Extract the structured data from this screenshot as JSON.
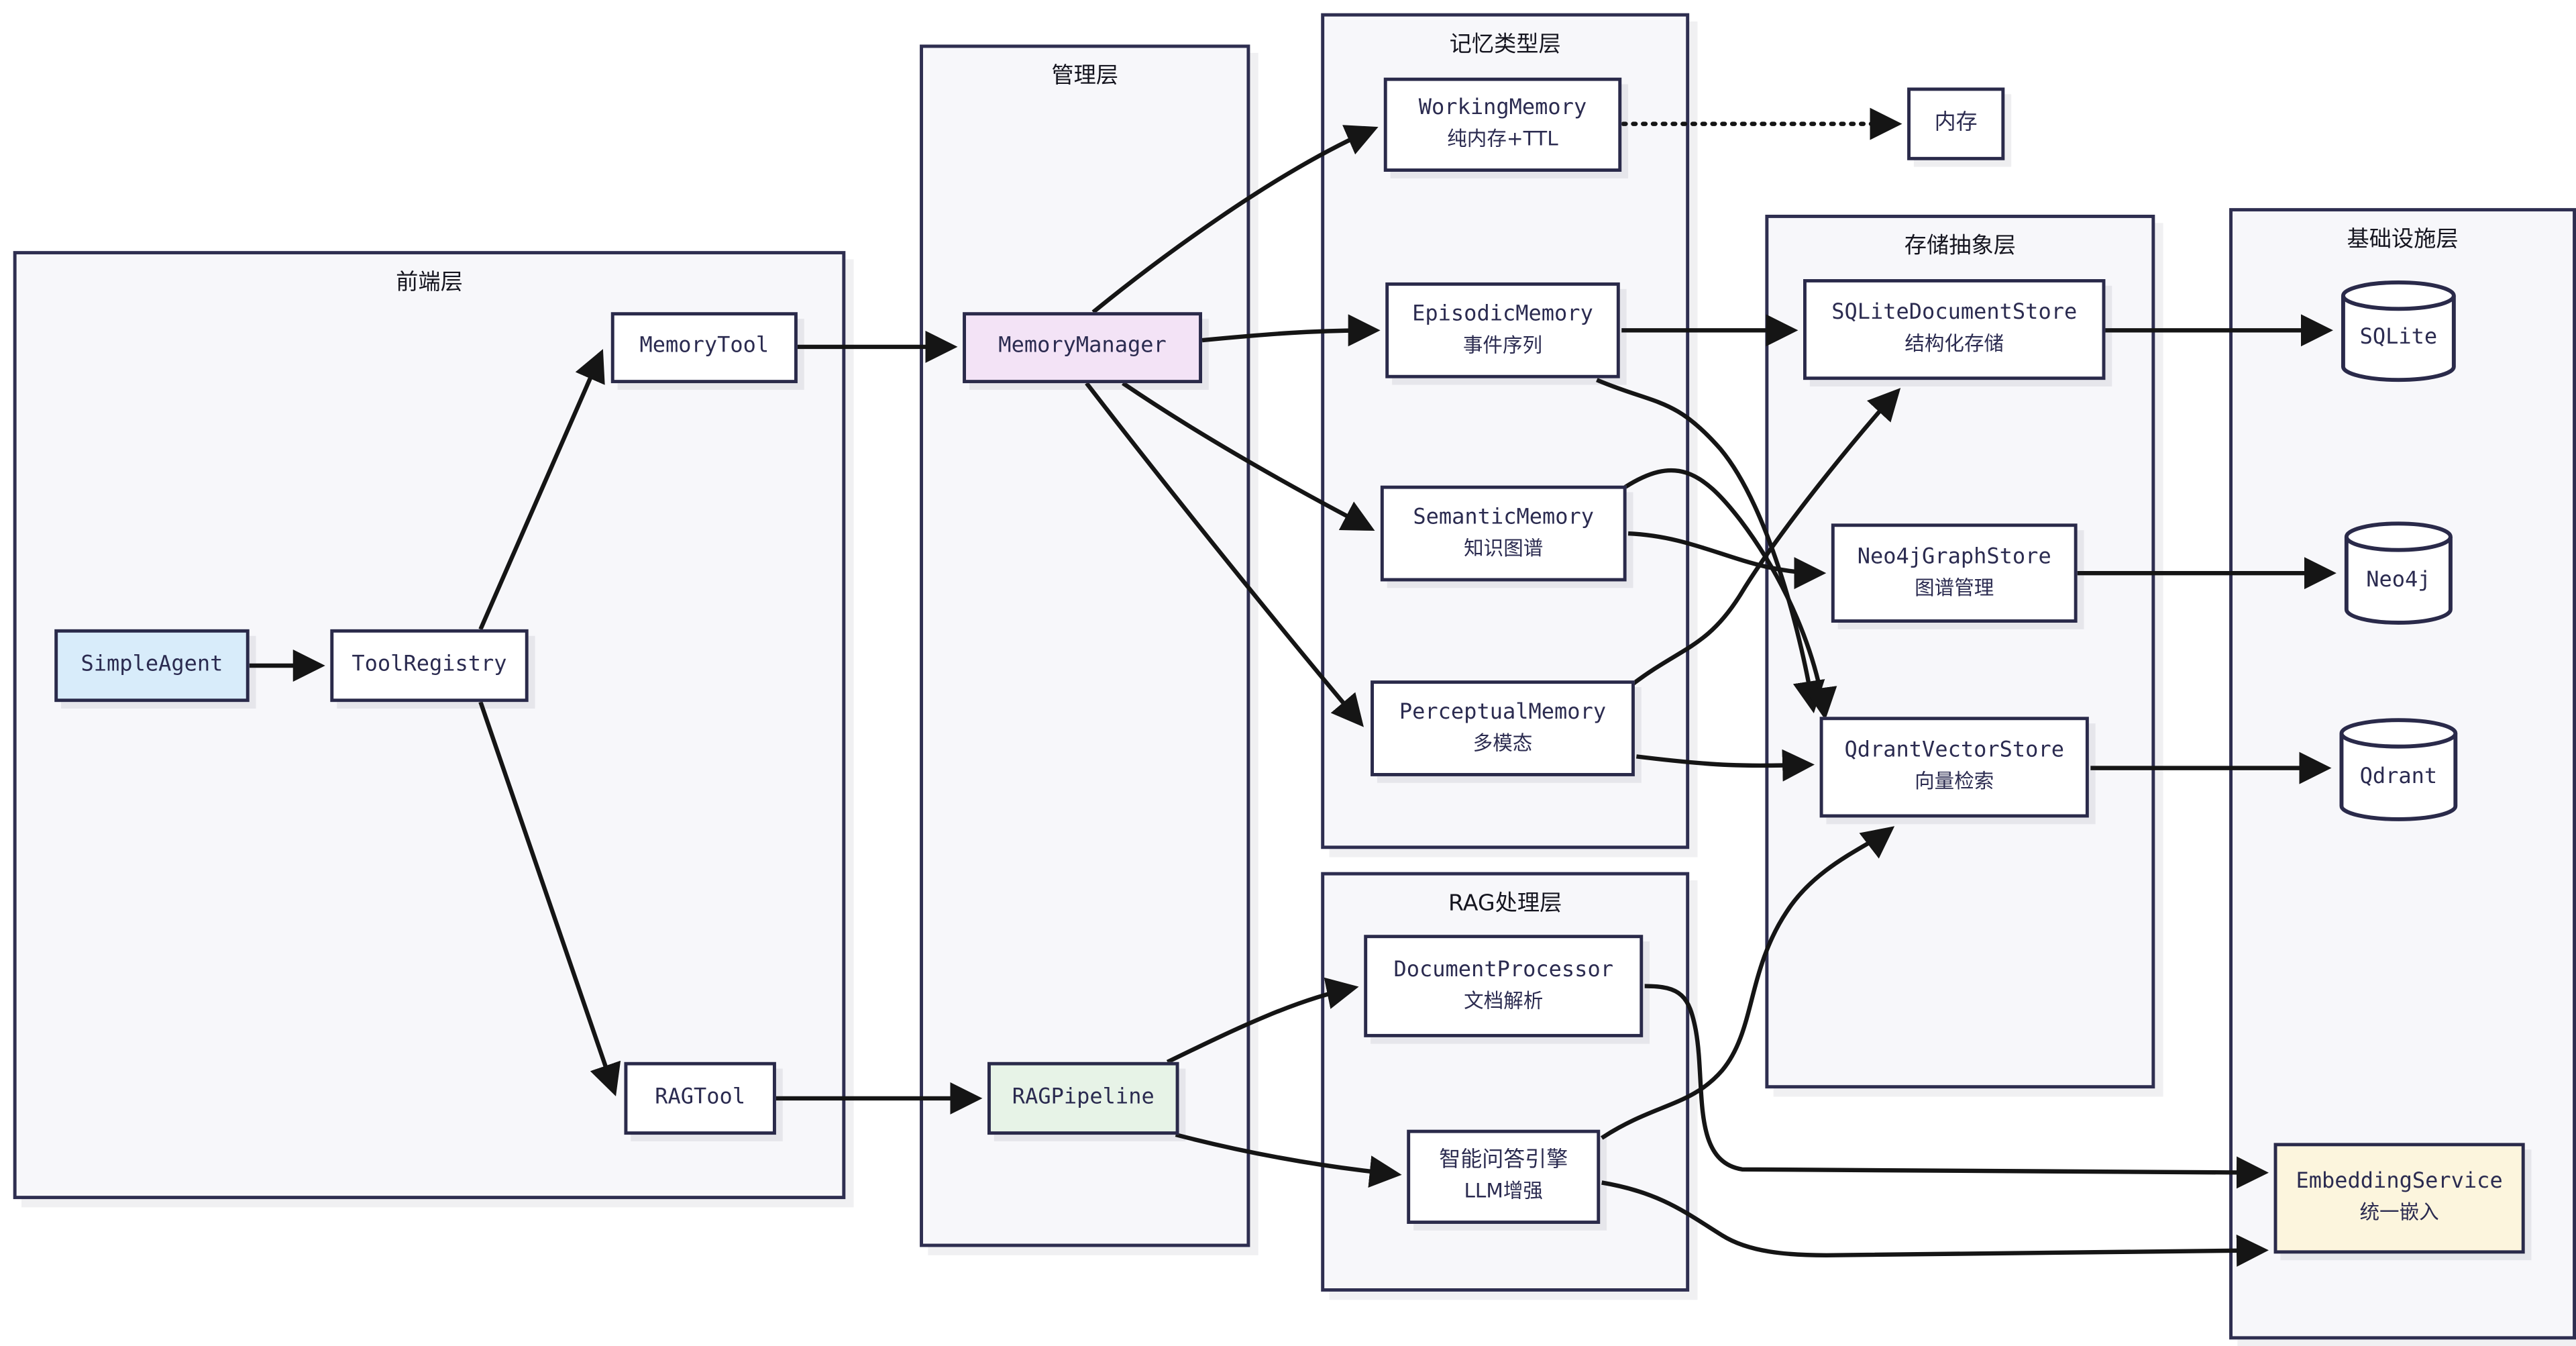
{
  "diagram": {
    "colors": {
      "canvas_bg": "#ffffff",
      "container_bg": "#f7f7fa",
      "container_border": "#2e2e50",
      "node_border": "#2a2a4a",
      "node_text": "#2b2b50",
      "edge": "#151515",
      "agent_fill": "#d8ecfa",
      "manager_fill": "#f3e3f6",
      "pipeline_fill": "#e7f3e7",
      "embedding_fill": "#fcf5dd"
    },
    "containers": [
      {
        "id": "frontend",
        "label": "前端层"
      },
      {
        "id": "management",
        "label": "管理层"
      },
      {
        "id": "memory-types",
        "label": "记忆类型层"
      },
      {
        "id": "rag-layer",
        "label": "RAG处理层"
      },
      {
        "id": "storage",
        "label": "存储抽象层"
      },
      {
        "id": "infra",
        "label": "基础设施层"
      }
    ],
    "nodes": [
      {
        "id": "simple-agent",
        "label": "SimpleAgent",
        "sublabel": "",
        "container": "frontend",
        "fill": "#d8ecfa",
        "shape": "box"
      },
      {
        "id": "tool-registry",
        "label": "ToolRegistry",
        "sublabel": "",
        "container": "frontend",
        "fill": "#ffffff",
        "shape": "box"
      },
      {
        "id": "memory-tool",
        "label": "MemoryTool",
        "sublabel": "",
        "container": "frontend",
        "fill": "#ffffff",
        "shape": "box"
      },
      {
        "id": "rag-tool",
        "label": "RAGTool",
        "sublabel": "",
        "container": "frontend",
        "fill": "#ffffff",
        "shape": "box"
      },
      {
        "id": "memory-manager",
        "label": "MemoryManager",
        "sublabel": "",
        "container": "management",
        "fill": "#f3e3f6",
        "shape": "box"
      },
      {
        "id": "rag-pipeline",
        "label": "RAGPipeline",
        "sublabel": "",
        "container": "management",
        "fill": "#e7f3e7",
        "shape": "box"
      },
      {
        "id": "working-memory",
        "label": "WorkingMemory",
        "sublabel": "纯内存+TTL",
        "container": "memory-types",
        "fill": "#ffffff",
        "shape": "box"
      },
      {
        "id": "episodic-memory",
        "label": "EpisodicMemory",
        "sublabel": "事件序列",
        "container": "memory-types",
        "fill": "#ffffff",
        "shape": "box"
      },
      {
        "id": "semantic-memory",
        "label": "SemanticMemory",
        "sublabel": "知识图谱",
        "container": "memory-types",
        "fill": "#ffffff",
        "shape": "box"
      },
      {
        "id": "perceptual-memory",
        "label": "PerceptualMemory",
        "sublabel": "多模态",
        "container": "memory-types",
        "fill": "#ffffff",
        "shape": "box"
      },
      {
        "id": "doc-processor",
        "label": "DocumentProcessor",
        "sublabel": "文档解析",
        "container": "rag-layer",
        "fill": "#ffffff",
        "shape": "box"
      },
      {
        "id": "qa-engine",
        "label": "智能问答引擎",
        "sublabel": "LLM增强",
        "container": "rag-layer",
        "fill": "#ffffff",
        "shape": "box"
      },
      {
        "id": "sqlite-store",
        "label": "SQLiteDocumentStore",
        "sublabel": "结构化存储",
        "container": "storage",
        "fill": "#ffffff",
        "shape": "box"
      },
      {
        "id": "neo4j-store",
        "label": "Neo4jGraphStore",
        "sublabel": "图谱管理",
        "container": "storage",
        "fill": "#ffffff",
        "shape": "box"
      },
      {
        "id": "qdrant-store",
        "label": "QdrantVectorStore",
        "sublabel": "向量检索",
        "container": "storage",
        "fill": "#ffffff",
        "shape": "box"
      },
      {
        "id": "embedding-service",
        "label": "EmbeddingService",
        "sublabel": "统一嵌入",
        "container": "infra",
        "fill": "#fcf5dd",
        "shape": "box"
      },
      {
        "id": "memory-box",
        "label": "内存",
        "sublabel": "",
        "container": "",
        "fill": "#ffffff",
        "shape": "box"
      },
      {
        "id": "sqlite-db",
        "label": "SQLite",
        "sublabel": "",
        "container": "infra",
        "fill": "#ffffff",
        "shape": "cylinder"
      },
      {
        "id": "neo4j-db",
        "label": "Neo4j",
        "sublabel": "",
        "container": "infra",
        "fill": "#ffffff",
        "shape": "cylinder"
      },
      {
        "id": "qdrant-db",
        "label": "Qdrant",
        "sublabel": "",
        "container": "infra",
        "fill": "#ffffff",
        "shape": "cylinder"
      }
    ],
    "edges": [
      {
        "from": "simple-agent",
        "to": "tool-registry",
        "style": "solid"
      },
      {
        "from": "tool-registry",
        "to": "memory-tool",
        "style": "solid"
      },
      {
        "from": "tool-registry",
        "to": "rag-tool",
        "style": "solid"
      },
      {
        "from": "memory-tool",
        "to": "memory-manager",
        "style": "solid"
      },
      {
        "from": "rag-tool",
        "to": "rag-pipeline",
        "style": "solid"
      },
      {
        "from": "memory-manager",
        "to": "working-memory",
        "style": "solid"
      },
      {
        "from": "memory-manager",
        "to": "episodic-memory",
        "style": "solid"
      },
      {
        "from": "memory-manager",
        "to": "semantic-memory",
        "style": "solid"
      },
      {
        "from": "memory-manager",
        "to": "perceptual-memory",
        "style": "solid"
      },
      {
        "from": "working-memory",
        "to": "memory-box",
        "style": "dotted"
      },
      {
        "from": "episodic-memory",
        "to": "sqlite-store",
        "style": "solid"
      },
      {
        "from": "episodic-memory",
        "to": "qdrant-store",
        "style": "solid"
      },
      {
        "from": "semantic-memory",
        "to": "neo4j-store",
        "style": "solid"
      },
      {
        "from": "semantic-memory",
        "to": "qdrant-store",
        "style": "solid"
      },
      {
        "from": "perceptual-memory",
        "to": "sqlite-store",
        "style": "solid"
      },
      {
        "from": "perceptual-memory",
        "to": "qdrant-store",
        "style": "solid"
      },
      {
        "from": "rag-pipeline",
        "to": "doc-processor",
        "style": "solid"
      },
      {
        "from": "rag-pipeline",
        "to": "qa-engine",
        "style": "solid"
      },
      {
        "from": "doc-processor",
        "to": "embedding-service",
        "style": "solid"
      },
      {
        "from": "qa-engine",
        "to": "qdrant-store",
        "style": "solid"
      },
      {
        "from": "qa-engine",
        "to": "embedding-service",
        "style": "solid"
      },
      {
        "from": "sqlite-store",
        "to": "sqlite-db",
        "style": "solid"
      },
      {
        "from": "neo4j-store",
        "to": "neo4j-db",
        "style": "solid"
      },
      {
        "from": "qdrant-store",
        "to": "qdrant-db",
        "style": "solid"
      }
    ]
  }
}
